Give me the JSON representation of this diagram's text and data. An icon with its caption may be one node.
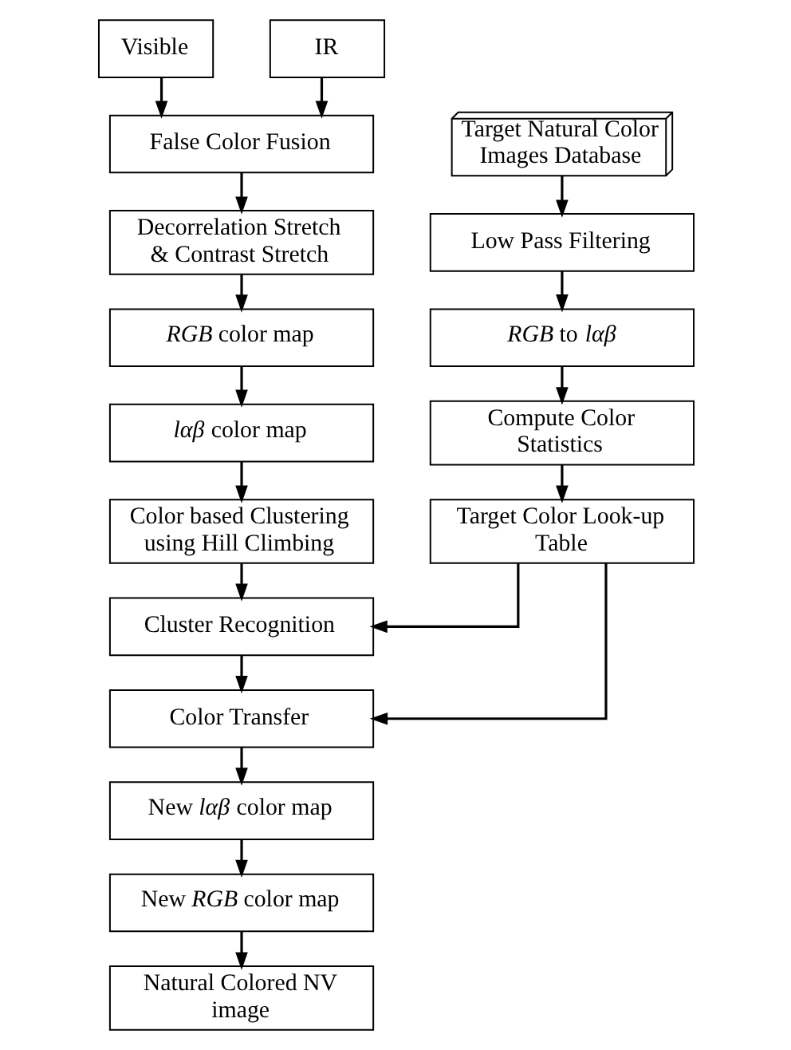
{
  "diagram": {
    "nodes": [
      {
        "text": [
          "Visible"
        ]
      },
      {
        "text": [
          "IR"
        ]
      },
      {
        "text": [
          "False Color Fusion"
        ]
      },
      {
        "text": [
          "Decorrelation Stretch & Contrast Stretch"
        ]
      },
      {
        "text": [
          "*RGB* color map"
        ]
      },
      {
        "text": [
          "*lαβ* color map"
        ]
      },
      {
        "text": [
          "Color based Clustering using Hill Climbing"
        ]
      },
      {
        "text": [
          "Cluster Recognition"
        ]
      },
      {
        "text": [
          "Color Transfer"
        ]
      },
      {
        "text": [
          "New *lαβ* color map"
        ]
      },
      {
        "text": [
          "New *RGB* color map"
        ]
      },
      {
        "text": [
          "Natural Colored NV image"
        ]
      },
      {
        "text": [
          "Target Natural Color Images Database"
        ]
      },
      {
        "text": [
          "Low Pass Filtering"
        ]
      },
      {
        "text": [
          "*RGB* to *lαβ*"
        ]
      },
      {
        "text": [
          "Compute Color Statistics"
        ]
      },
      {
        "text": [
          "Target Color Look-up Table"
        ]
      }
    ],
    "edges": [
      {
        "from": 0,
        "to": 2,
        "arrow": "to"
      },
      {
        "from": 1,
        "to": 2,
        "arrow": "to"
      },
      {
        "from": 2,
        "to": 3,
        "arrow": "to"
      },
      {
        "from": 3,
        "to": 4,
        "arrow": "to"
      },
      {
        "from": 4,
        "to": 5,
        "arrow": "to"
      },
      {
        "from": 5,
        "to": 6,
        "arrow": "to"
      },
      {
        "from": 6,
        "to": 7,
        "arrow": "to"
      },
      {
        "from": 7,
        "to": 8,
        "arrow": "to"
      },
      {
        "from": 8,
        "to": 9,
        "arrow": "to"
      },
      {
        "from": 9,
        "to": 10,
        "arrow": "to"
      },
      {
        "from": 10,
        "to": 11,
        "arrow": "to"
      },
      {
        "from": 12,
        "to": 13,
        "arrow": "to"
      },
      {
        "from": 13,
        "to": 14,
        "arrow": "to"
      },
      {
        "from": 14,
        "to": 15,
        "arrow": "to"
      },
      {
        "from": 15,
        "to": 16,
        "arrow": "to"
      },
      {
        "from": 16,
        "to": 7,
        "arrow": "to"
      },
      {
        "from": 16,
        "to": 8,
        "arrow": "to"
      }
    ]
  }
}
